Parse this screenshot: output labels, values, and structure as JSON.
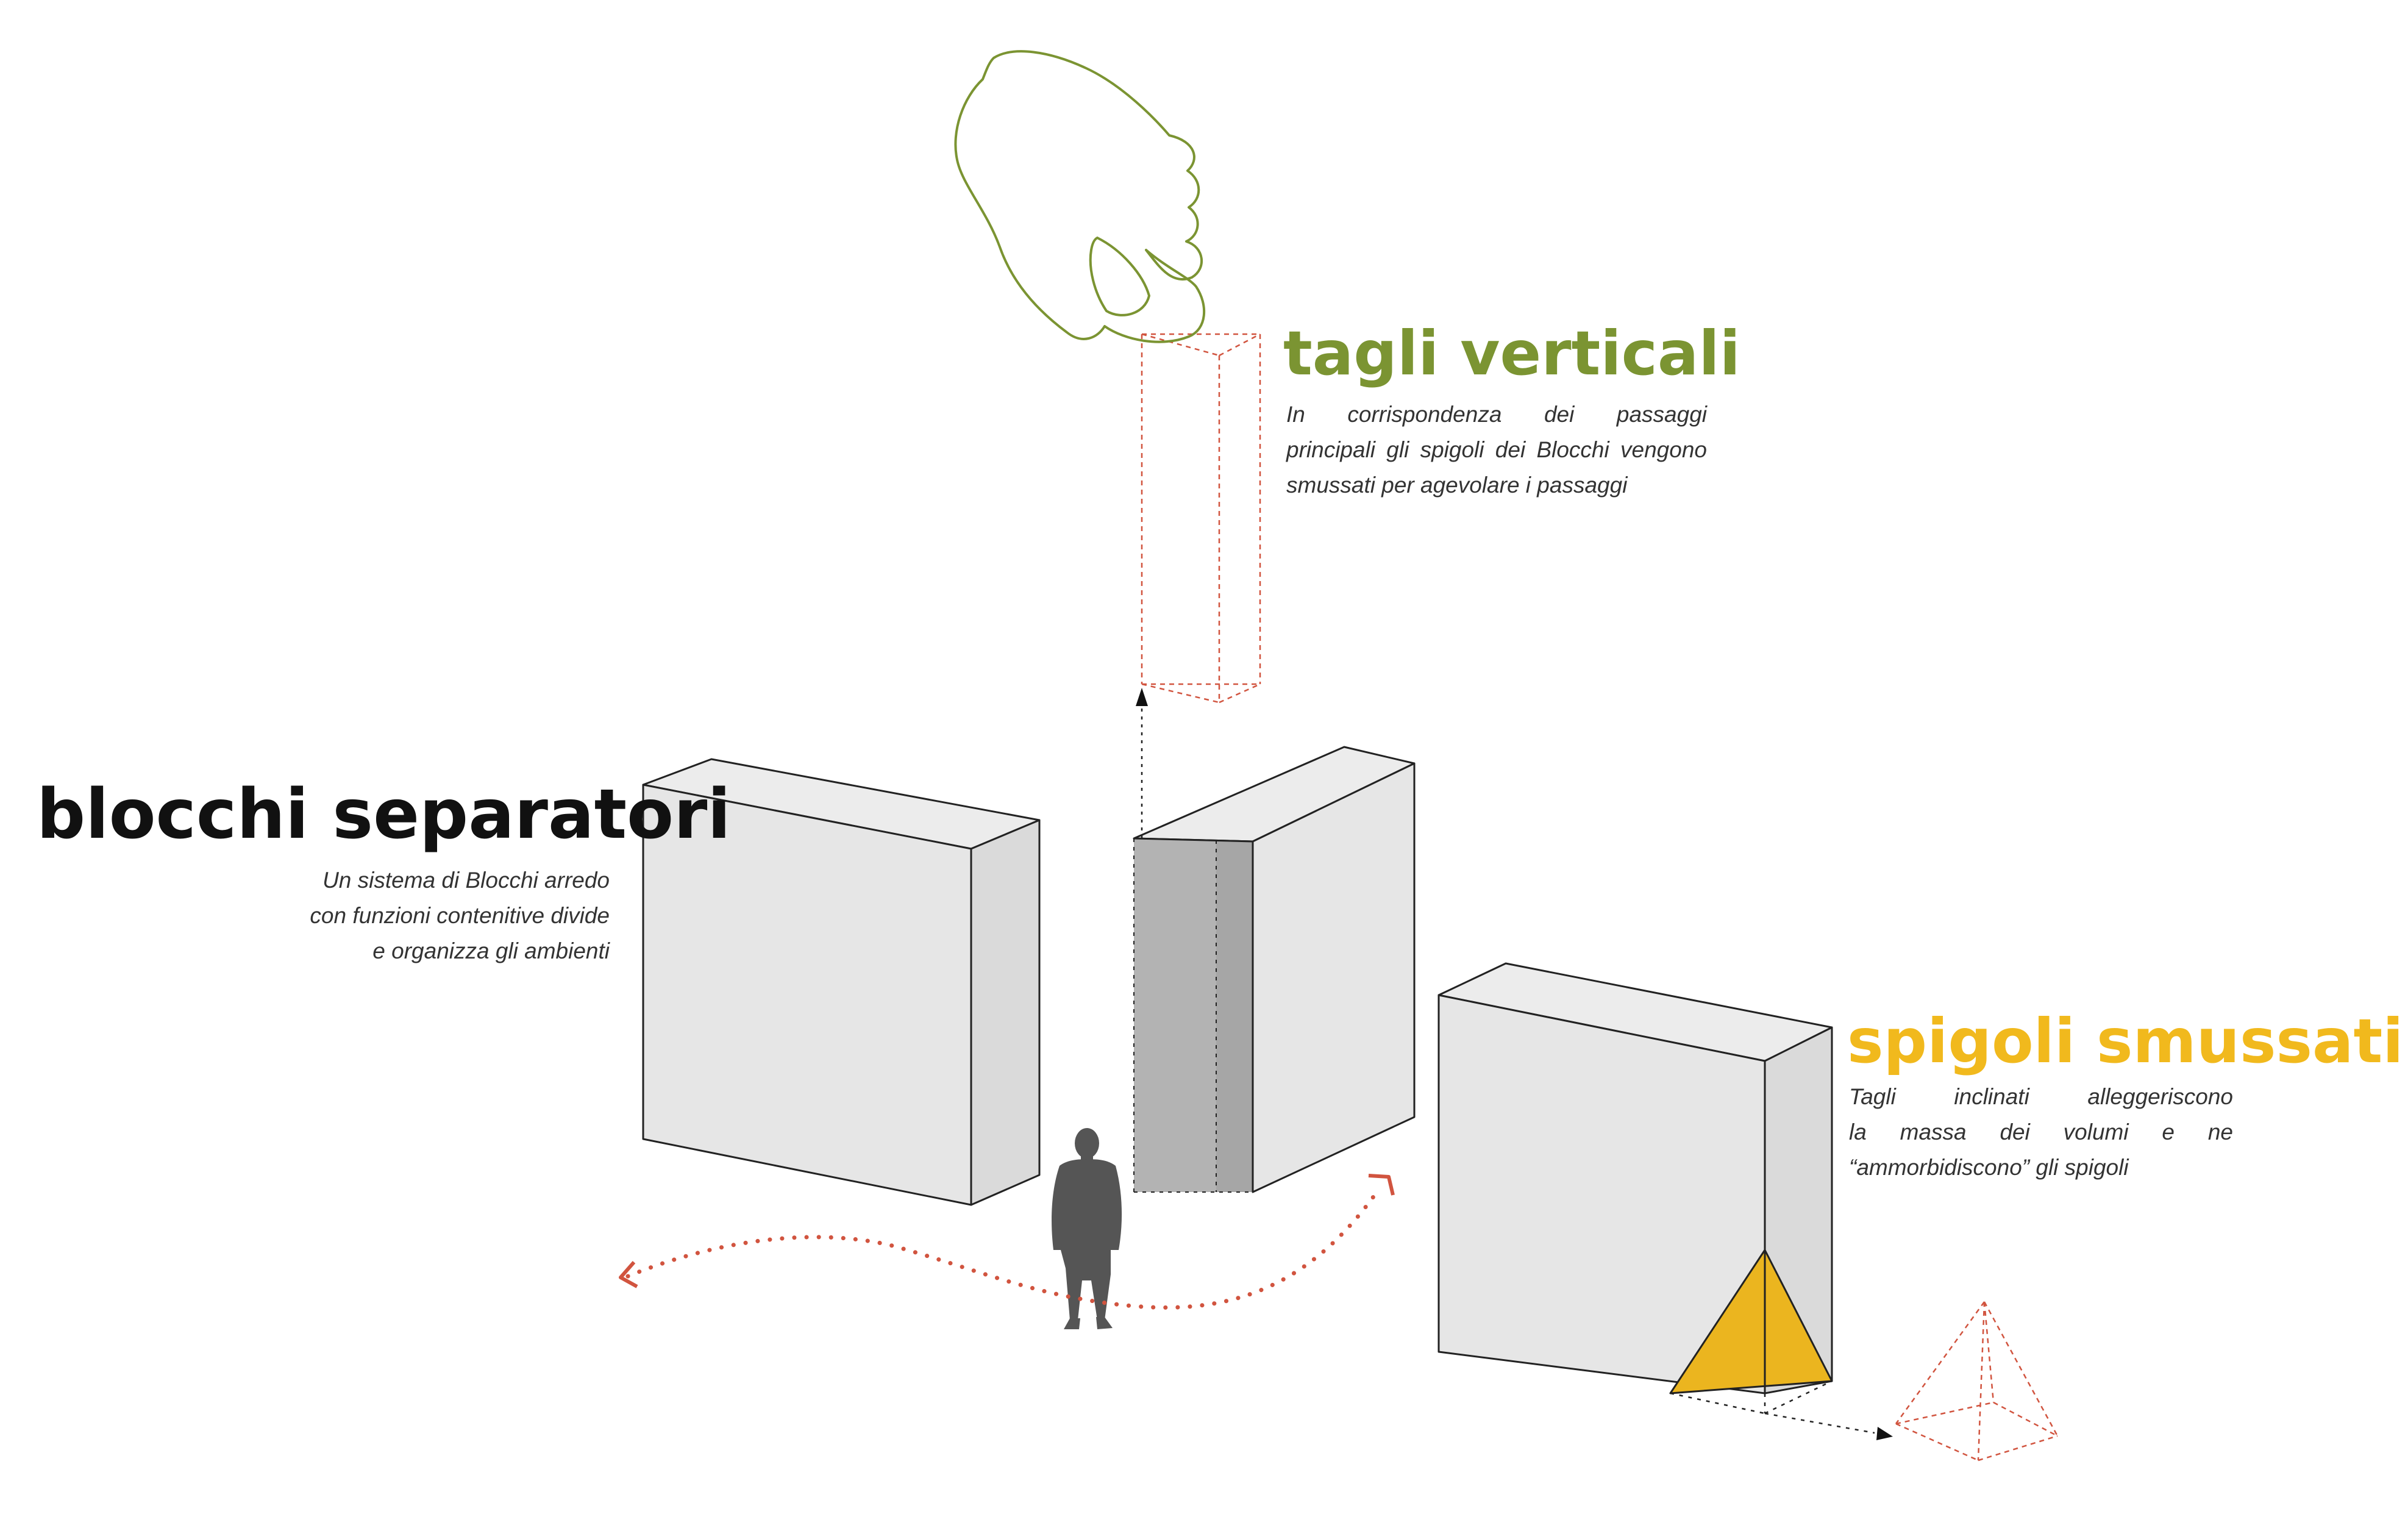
{
  "colors": {
    "green": "#7b9432",
    "yellow": "#f1b91d",
    "black": "#111111",
    "red_dotted": "#d1543f",
    "block_face": "#e6e6e6",
    "block_side": "#d9d9d9",
    "cut_shade": "#b3b3b3"
  },
  "blocchi": {
    "title": "blocchi separatori",
    "lines": [
      "Un sistema di Blocchi arredo",
      "con funzioni contenitive divide",
      "e organizza gli ambienti"
    ]
  },
  "tagli": {
    "title": "tagli verticali",
    "lines": [
      "In corrispondenza dei passaggi",
      "principali gli spigoli dei Blocchi vengono",
      "smussati per agevolare i passaggi"
    ]
  },
  "spigoli": {
    "title": "spigoli smussati",
    "lines": [
      "Tagli inclinati alleggeriscono",
      "la massa dei volumi e ne",
      "“ammorbidiscono” gli spigoli"
    ]
  },
  "icons": [
    "hand-outline-icon",
    "person-silhouette-icon",
    "walking-path-arrow-icon"
  ]
}
